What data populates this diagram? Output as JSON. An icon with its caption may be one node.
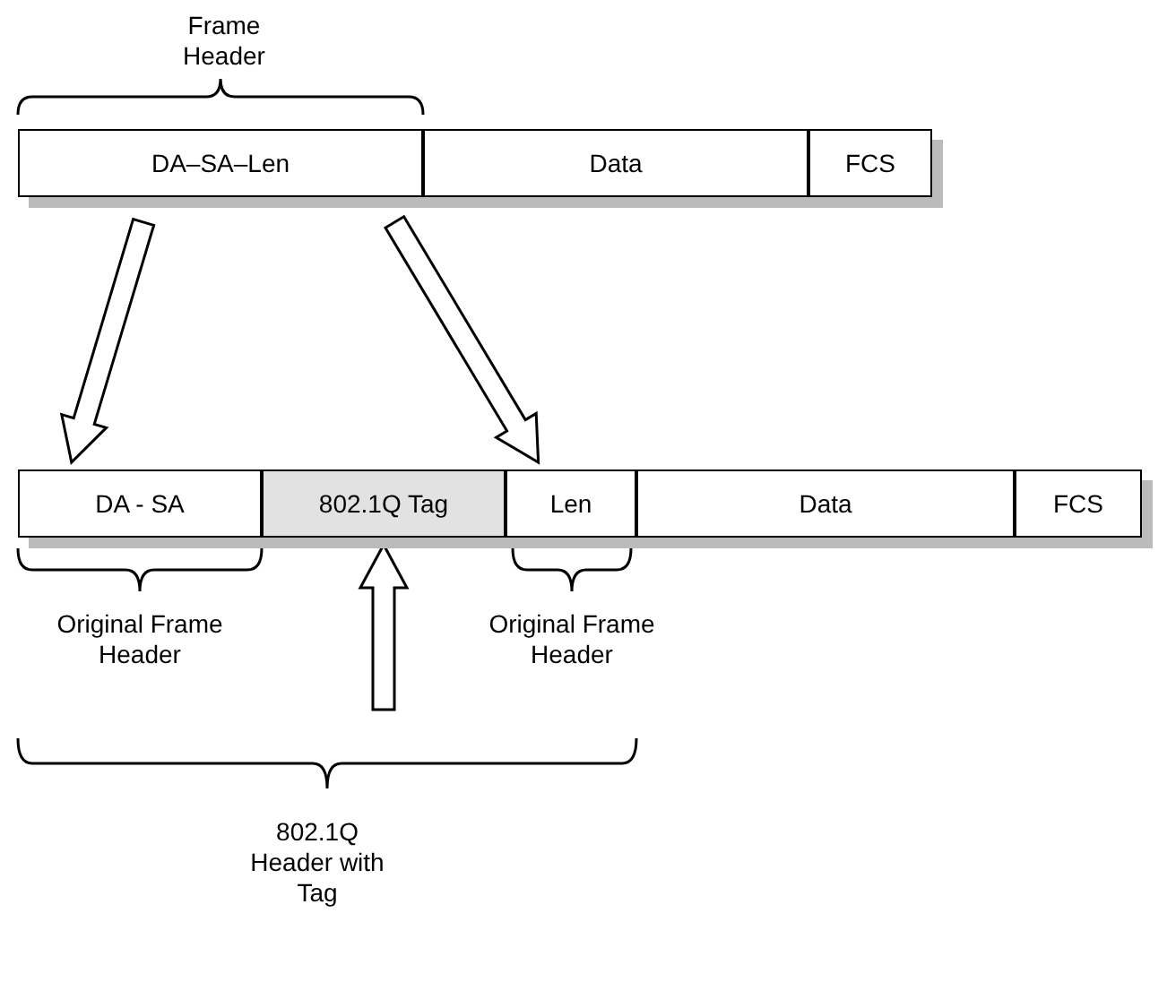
{
  "diagram": {
    "nodes": [
      {
        "text": [
          "DA–SA–Len"
        ]
      },
      {
        "text": [
          "Data"
        ]
      },
      {
        "text": [
          "FCS"
        ]
      },
      {
        "text": [
          "DA - SA"
        ]
      },
      {
        "text": [
          "802.1Q Tag"
        ]
      },
      {
        "text": [
          "Len"
        ]
      },
      {
        "text": [
          "Data"
        ]
      },
      {
        "text": [
          "FCS"
        ]
      }
    ],
    "edges": [
      {
        "from": 0,
        "to": 3,
        "arrow": "to"
      },
      {
        "from": 0,
        "to": 5,
        "arrow": "to"
      },
      {
        "from": null,
        "to": 4,
        "arrow": "to"
      }
    ],
    "labels": [
      "Frame Header",
      "Original Frame Header",
      "Original Frame Header",
      "802.1Q Header with Tag"
    ]
  }
}
